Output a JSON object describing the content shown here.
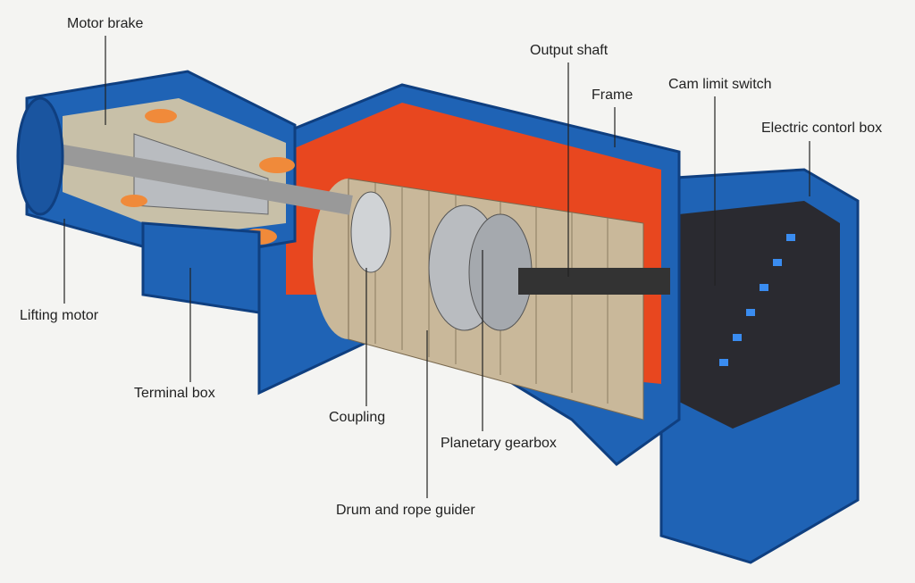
{
  "labels": {
    "motor_brake": "Motor brake",
    "output_shaft": "Output shaft",
    "frame": "Frame",
    "cam_limit_switch": "Cam limit switch",
    "electric_control_box": "Electric contorl box",
    "lifting_motor": "Lifting motor",
    "terminal_box": "Terminal box",
    "coupling": "Coupling",
    "planetary_gearbox": "Planetary gearbox",
    "drum_and_rope_guider": "Drum and rope guider"
  },
  "colors": {
    "body_blue": "#1f63b5",
    "dark_blue": "#0f3f80",
    "interior_orange": "#e8471f",
    "drum_tan": "#c9b89a",
    "steel": "#b9bcc0"
  }
}
